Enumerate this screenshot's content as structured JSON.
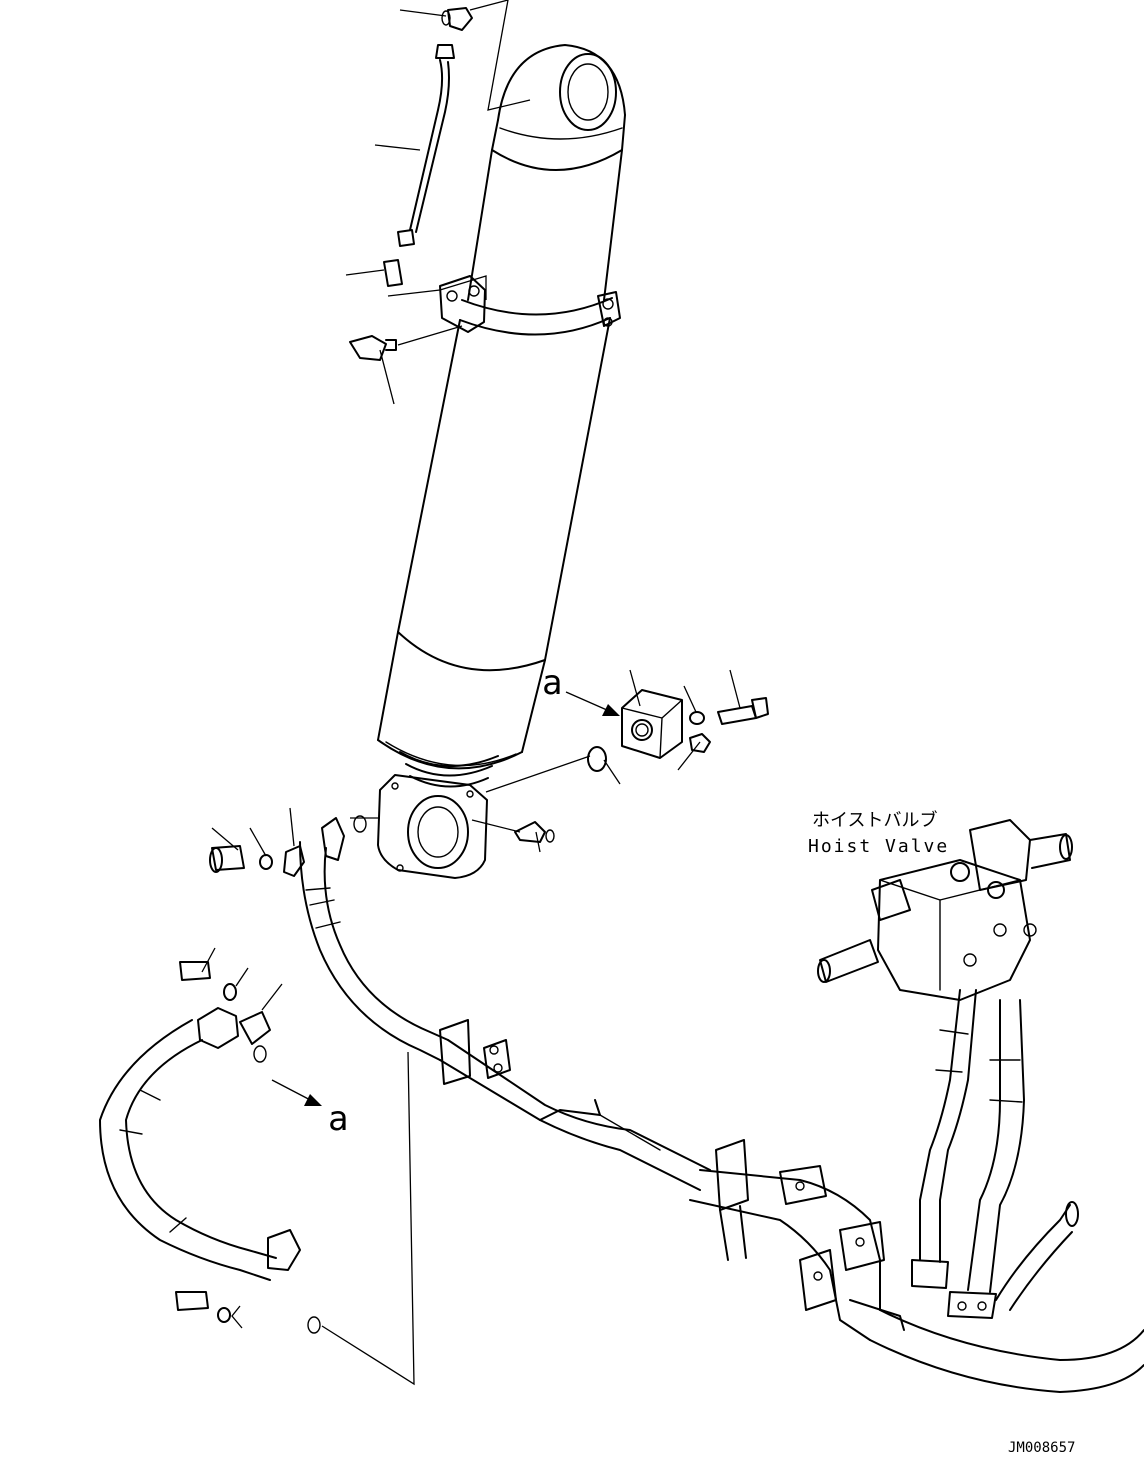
{
  "labels": {
    "valve_jp": "ホイストバルブ",
    "valve_en": "Hoist Valve",
    "ref_letter_1": "a",
    "ref_letter_2": "a",
    "drawing_number": "JM008657"
  }
}
